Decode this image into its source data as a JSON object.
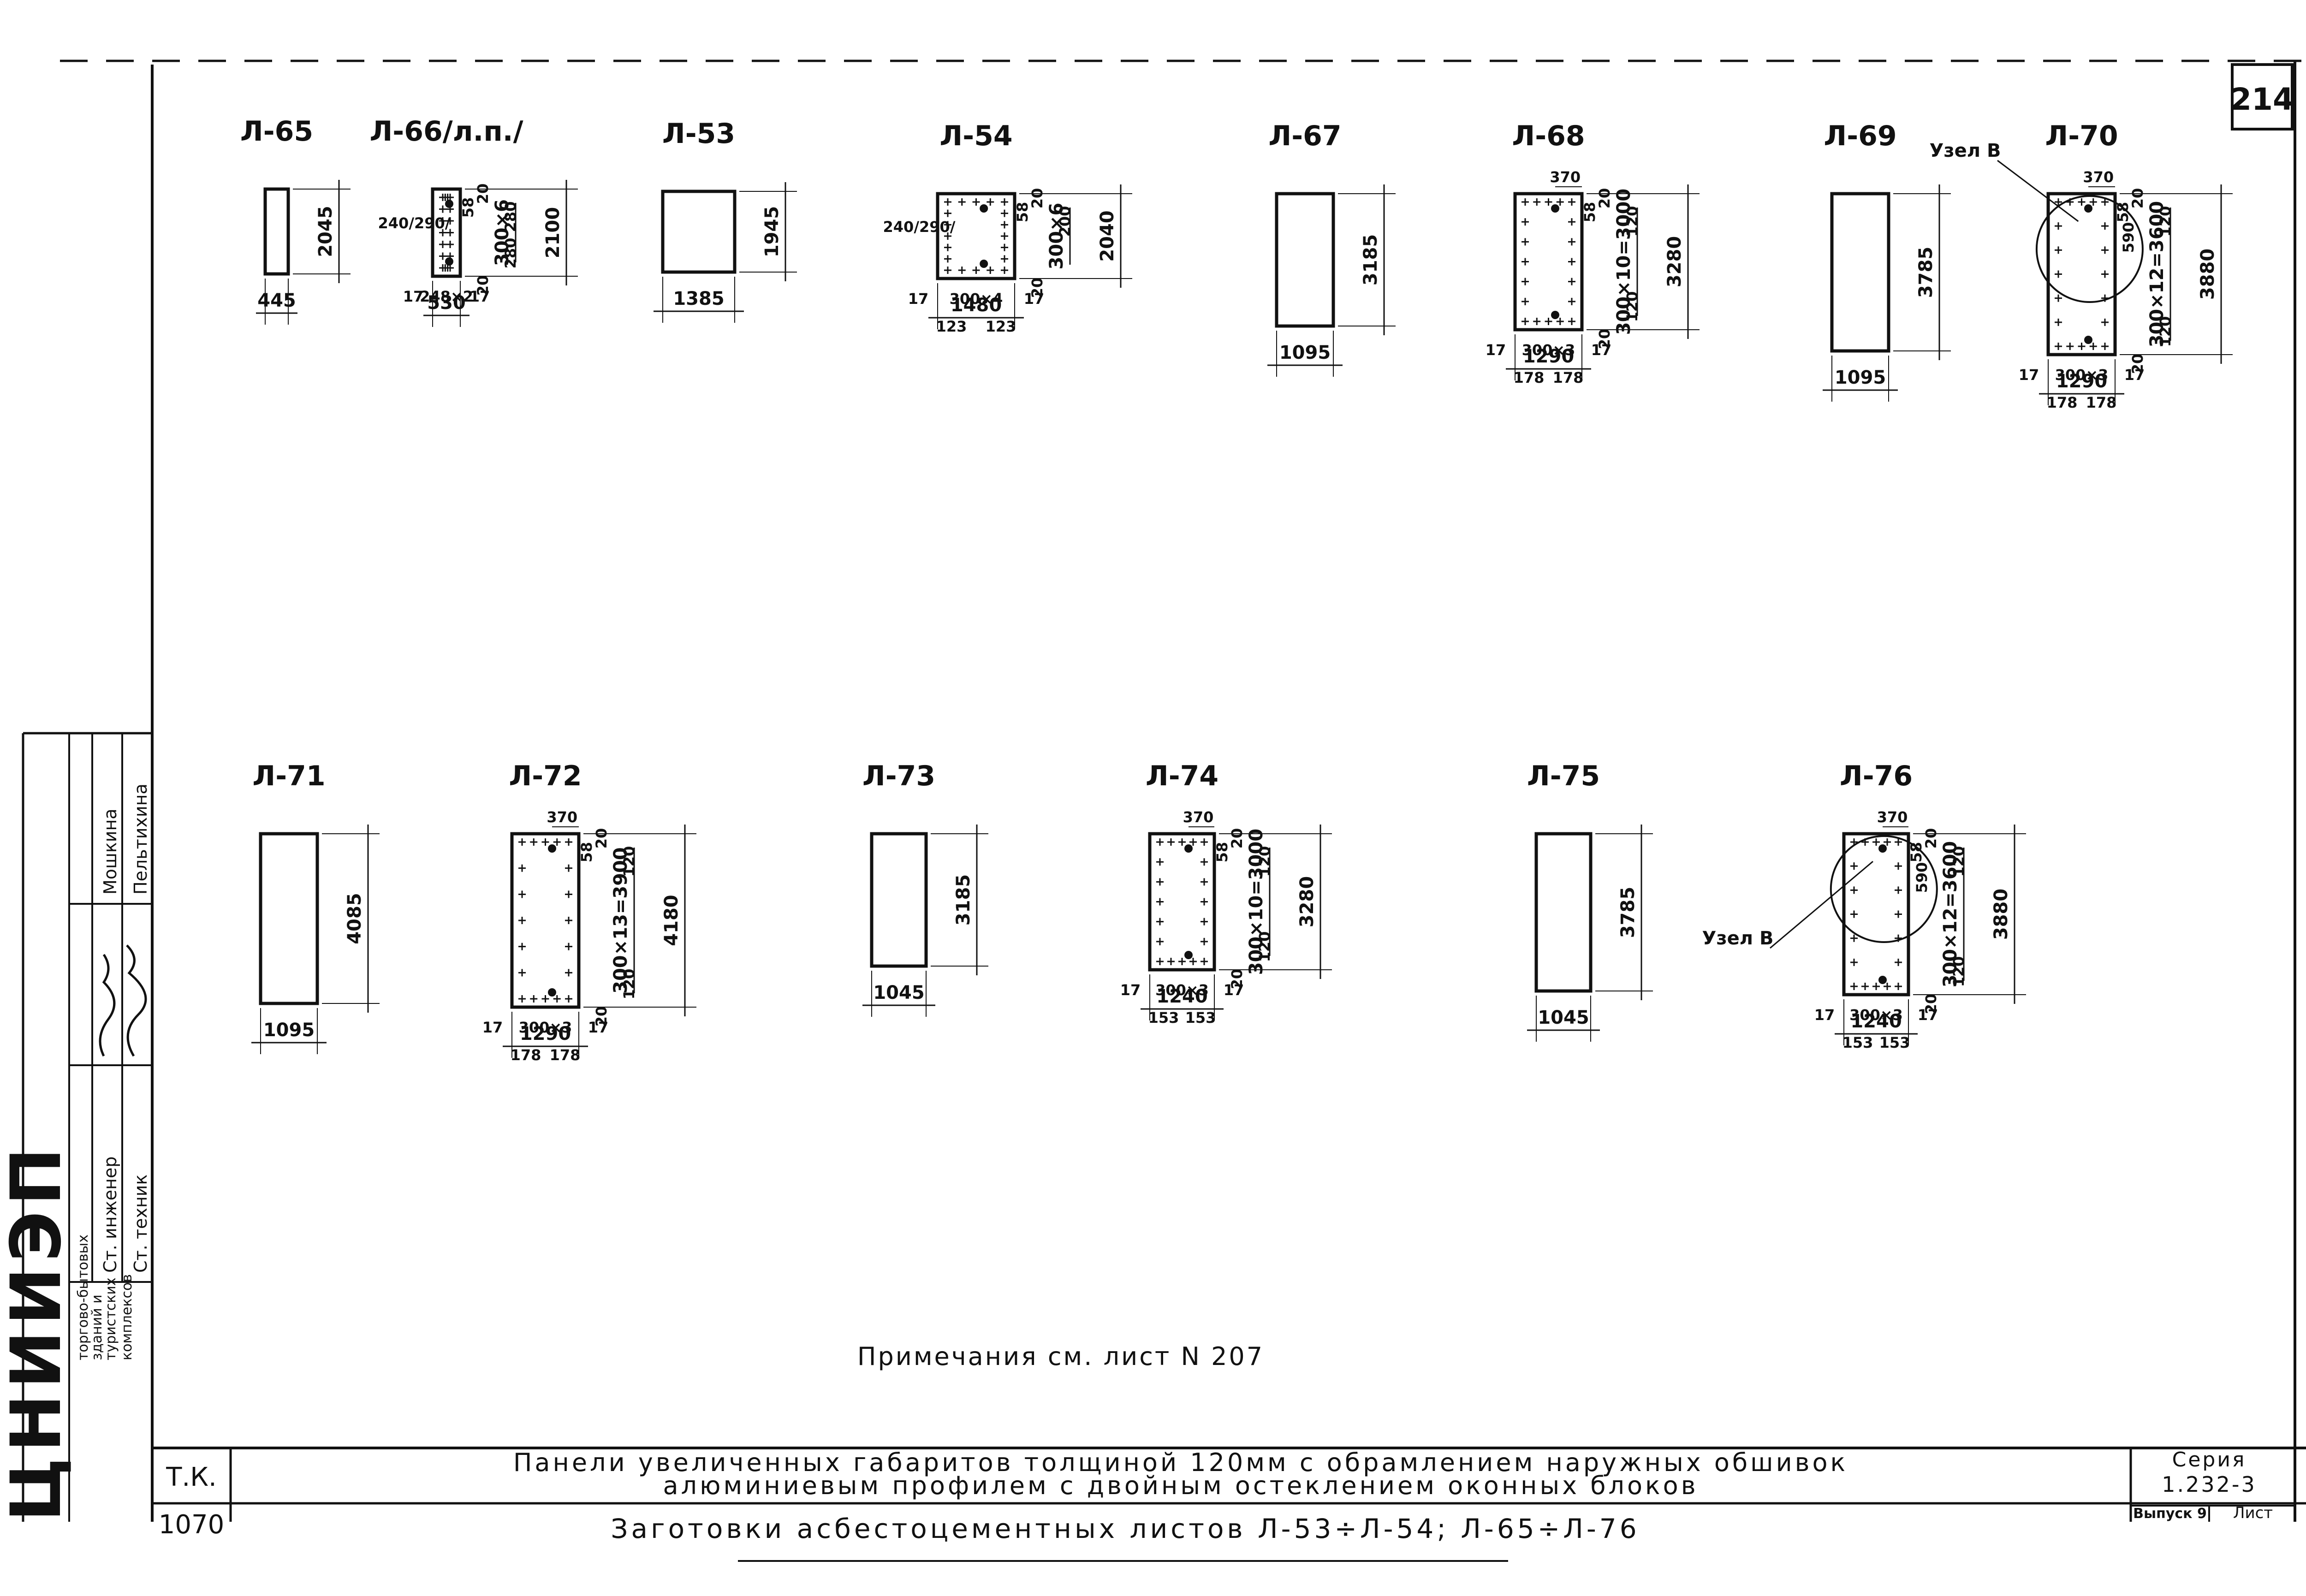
{
  "sheet": {
    "number": "214",
    "note": "Примечания см. лист N 207",
    "section_code": "Т.К.",
    "sheet_code": "1070",
    "title_line1": "Панели увеличенных габаритов толщиной 120мм с обрамлением наружных обшивок",
    "title_line2": "алюминиевым профилем с двойным остеклением оконных блоков",
    "subtitle": "Заготовки асбестоцементных листов Л-53÷Л-54; Л-65÷Л-76",
    "series_label": "Серия",
    "series_value": "1.232-3",
    "issue_label": "Выпуск 9",
    "sheet_label": "Лист",
    "institute": "ЦНИИЭП",
    "institute_desc": [
      "торгово-бытовых",
      "зданий и",
      "туристских",
      "комплексов"
    ],
    "roles": [
      "Ст. инженер",
      "Ст. техник"
    ],
    "names": [
      "Мошкина",
      "Пельтихина"
    ],
    "node_label": "Узел В"
  },
  "panels": [
    {
      "id": "Л-65",
      "w": "445",
      "h": "2045"
    },
    {
      "id": "Л-66/л.п./",
      "w": "530",
      "h": "2100",
      "grid": "300×6",
      "bay": "240/290/",
      "step": "248×2",
      "top": "280",
      "bot": "280",
      "edge": "20",
      "corner": "58",
      "side": "17"
    },
    {
      "id": "Л-53",
      "w": "1385",
      "h": "1945"
    },
    {
      "id": "Л-54",
      "w": "1480",
      "h": "2040",
      "grid": "300×6",
      "bay": "240/290/",
      "step": "300×4",
      "top": "200",
      "edge": "20",
      "corner": "58",
      "side": "17",
      "inset": "123"
    },
    {
      "id": "Л-67",
      "w": "1095",
      "h": "3185"
    },
    {
      "id": "Л-68",
      "w": "1290",
      "h": "3280",
      "grid": "300×10=3000",
      "top": "120",
      "bot": "120",
      "edge": "20",
      "corner": "58",
      "side": "17",
      "inset": "178",
      "step": "300×3",
      "notch": "370"
    },
    {
      "id": "Л-69",
      "w": "1095",
      "h": "3785"
    },
    {
      "id": "Л-70",
      "w": "1290",
      "h": "3880",
      "grid": "300×12=3600",
      "top": "120",
      "bot": "120",
      "edge": "20",
      "corner": "58",
      "side": "17",
      "inset": "178",
      "step": "300×3",
      "notch": "370",
      "node": "590"
    },
    {
      "id": "Л-71",
      "w": "1095",
      "h": "4085"
    },
    {
      "id": "Л-72",
      "w": "1290",
      "h": "4180",
      "grid": "300×13=3900",
      "top": "120",
      "bot": "120",
      "edge": "20",
      "corner": "58",
      "side": "17",
      "inset": "178",
      "step": "300×3",
      "notch": "370"
    },
    {
      "id": "Л-73",
      "w": "1045",
      "h": "3185"
    },
    {
      "id": "Л-74",
      "w": "1240",
      "h": "3280",
      "grid": "300×10=3000",
      "top": "120",
      "bot": "120",
      "edge": "20",
      "corner": "58",
      "side": "17",
      "inset": "153",
      "step": "300×3",
      "notch": "370"
    },
    {
      "id": "Л-75",
      "w": "1045",
      "h": "3785"
    },
    {
      "id": "Л-76",
      "w": "1240",
      "h": "3880",
      "grid": "300×12=3600",
      "top": "120",
      "bot": "120",
      "edge": "20",
      "corner": "58",
      "side": "17",
      "inset": "153",
      "step": "300×3",
      "notch": "370",
      "node": "590"
    }
  ]
}
